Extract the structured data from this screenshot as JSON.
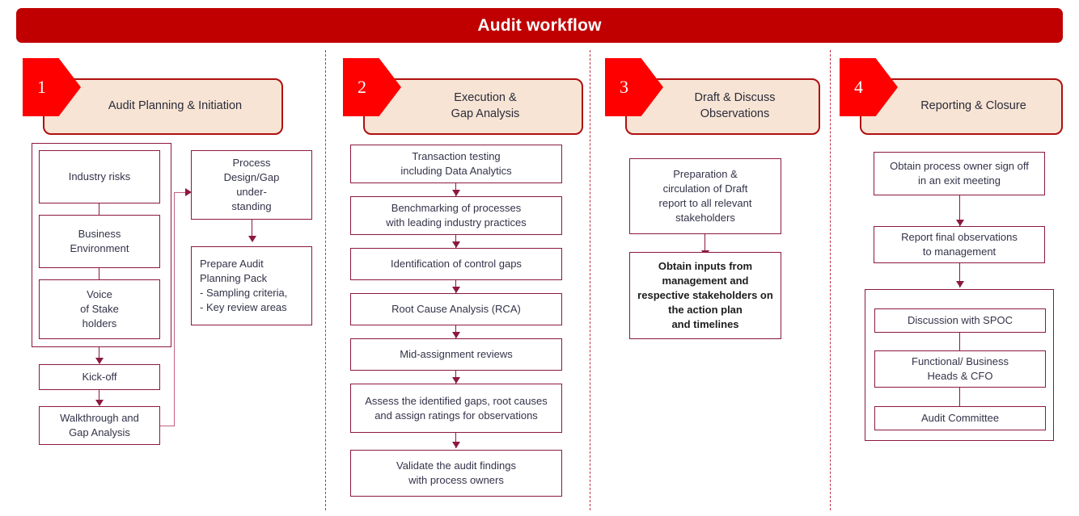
{
  "header": {
    "title": "Audit workflow",
    "bar_color": "#C00000",
    "title_color": "#FFFFFF"
  },
  "theme": {
    "badge_red": "#FE0000",
    "plate_fill": "#F7E4D4",
    "plate_border": "#AE1010",
    "node_border": "#8C1840",
    "divider": "#C0304A"
  },
  "stages": [
    {
      "number": "1",
      "title": "Audit Planning & Initiation",
      "nodes": [
        {
          "id": "industry-risks",
          "label": "Industry risks"
        },
        {
          "id": "business-environment",
          "label": "Business\nEnvironment"
        },
        {
          "id": "voice-of-stakeholders",
          "label": "Voice\nof Stake\nholders"
        },
        {
          "id": "kick-off",
          "label": "Kick-off"
        },
        {
          "id": "walkthrough-and-gap-analysis",
          "label": "Walkthrough and\nGap Analysis"
        },
        {
          "id": "process-design-gap-understanding",
          "label": "Process\nDesign/Gap\nunder-\nstanding"
        },
        {
          "id": "prepare-audit-planning-pack",
          "label": "Prepare Audit\nPlanning Pack\n-  Sampling criteria,\n-  Key review areas"
        }
      ]
    },
    {
      "number": "2",
      "title": "Execution &\nGap Analysis",
      "nodes": [
        {
          "id": "transaction-testing",
          "label": "Transaction testing\nincluding Data Analytics"
        },
        {
          "id": "benchmarking-of-processes",
          "label": "Benchmarking of processes\nwith leading industry practices"
        },
        {
          "id": "identification-of-control-gaps",
          "label": "Identification of control gaps"
        },
        {
          "id": "root-cause-analysis",
          "label": "Root Cause Analysis (RCA)"
        },
        {
          "id": "mid-assignment-reviews",
          "label": "Mid-assignment reviews"
        },
        {
          "id": "assess-identified-gaps",
          "label": "Assess the identified gaps, root causes\nand assign ratings for observations"
        },
        {
          "id": "validate-audit-findings",
          "label": "Validate the audit findings\nwith process owners"
        }
      ]
    },
    {
      "number": "3",
      "title": "Draft & Discuss\nObservations",
      "nodes": [
        {
          "id": "preparation-circulation-draft-report",
          "label": "Preparation &\ncirculation of Draft\nreport to all relevant\nstakeholders"
        },
        {
          "id": "obtain-inputs-from-management",
          "label": "Obtain inputs from\nmanagement and\nrespective stakeholders  on\nthe action plan\nand timelines",
          "bold": true
        }
      ]
    },
    {
      "number": "4",
      "title": "Reporting & Closure",
      "nodes": [
        {
          "id": "obtain-process-owner-sign-off",
          "label": "Obtain process owner sign off\nin an exit meeting"
        },
        {
          "id": "report-final-observations",
          "label": "Report final observations\nto management"
        },
        {
          "id": "discussion-with-spoc",
          "label": "Discussion with  SPOC"
        },
        {
          "id": "functional-business-heads-cfo",
          "label": "Functional/ Business\nHeads & CFO"
        },
        {
          "id": "audit-committee",
          "label": "Audit Committee"
        }
      ]
    }
  ]
}
